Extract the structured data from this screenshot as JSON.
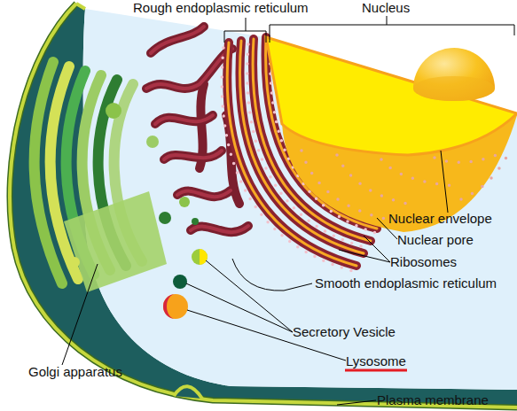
{
  "diagram": {
    "labels": [
      "Rough endoplasmic reticulum",
      "Nucleus",
      "Nuclear envelope",
      "Nuclear pore",
      "Ribosomes",
      "Smooth endoplasmic reticulum",
      "Secretory Vesicle",
      "Lysosome",
      "Golgi apparatus",
      "Plasma membrane"
    ]
  }
}
